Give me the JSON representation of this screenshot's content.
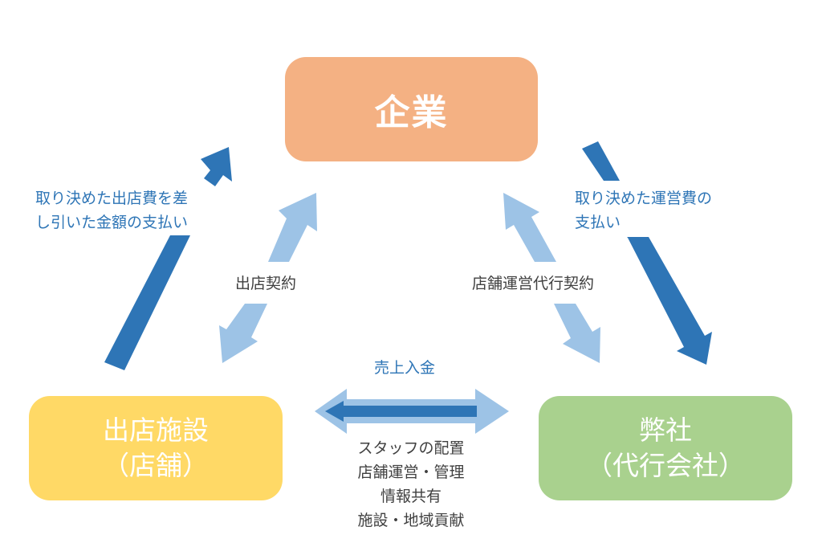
{
  "nodes": {
    "company": {
      "label": "企業",
      "color": "#f4b183"
    },
    "store": {
      "line1": "出店施設",
      "line2": "（店舗）",
      "color": "#ffd966"
    },
    "us": {
      "line1": "弊社",
      "line2": "（代行会社）",
      "color": "#a9d18e"
    }
  },
  "edges": {
    "store_to_company_payment": {
      "lines": [
        "取り決めた出店費を差",
        "し引いた金額の支払い"
      ]
    },
    "company_to_us_payment": {
      "lines": [
        "取り決めた運営費の",
        "支払い"
      ]
    },
    "store_company_contract": {
      "label": "出店契約"
    },
    "company_us_contract": {
      "label": "店舗運営代行契約"
    },
    "sales_deposit": {
      "label": "売上入金"
    },
    "services": {
      "lines": [
        "スタッフの配置",
        "店舗運営・管理",
        "情報共有",
        "施設・地域貢献"
      ]
    }
  },
  "colors": {
    "dark_arrow": "#2e75b6",
    "light_arrow": "#9dc3e6",
    "text_blue": "#2e75b6",
    "text_gray": "#404040"
  }
}
